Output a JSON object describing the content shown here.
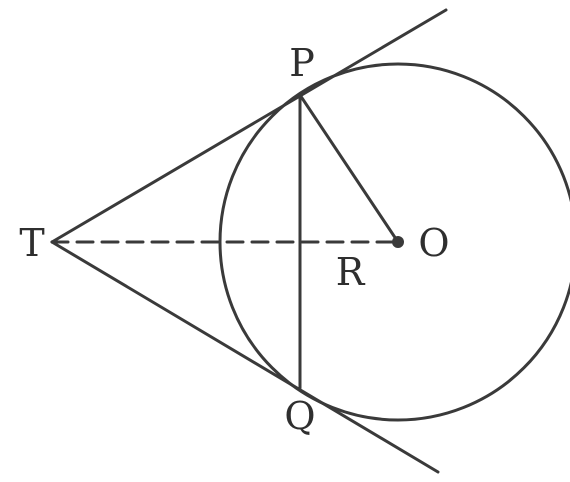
{
  "diagram": {
    "labels": {
      "P": "P",
      "Q": "Q",
      "T": "T",
      "O": "O",
      "R": "R"
    },
    "line_color": "#3a3a3a",
    "text_color": "#2f2f2f"
  }
}
